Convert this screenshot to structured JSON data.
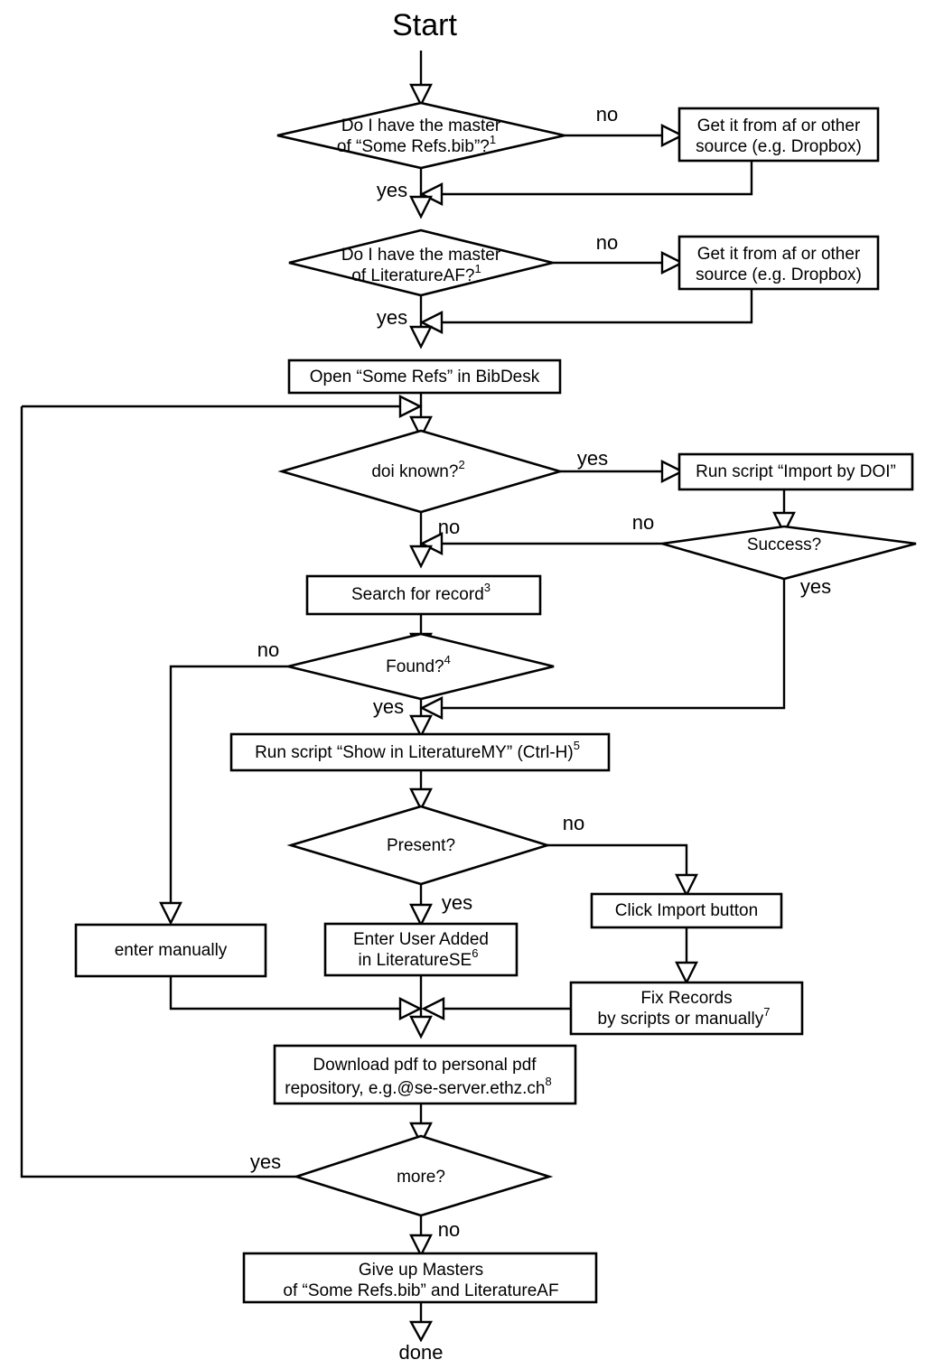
{
  "diagram": {
    "title": "Start",
    "terminal_start": "Start",
    "terminal_end": "done",
    "type": "flowchart",
    "nodes": [
      {
        "id": "start",
        "kind": "terminal",
        "label": "Start"
      },
      {
        "id": "d1",
        "kind": "decision",
        "line1": "Do I have the master",
        "line2": "of “Some Refs.bib”?",
        "sup": "1"
      },
      {
        "id": "b1",
        "kind": "process",
        "line1": "Get it from af or other",
        "line2": "source (e.g. Dropbox)"
      },
      {
        "id": "d2",
        "kind": "decision",
        "line1": "Do I have the master",
        "line2": "of LiteratureAF?",
        "sup": "1"
      },
      {
        "id": "b2",
        "kind": "process",
        "line1": "Get it from af or other",
        "line2": "source (e.g. Dropbox)"
      },
      {
        "id": "b3",
        "kind": "process",
        "line1": "Open “Some Refs” in BibDesk"
      },
      {
        "id": "d3",
        "kind": "decision",
        "line1": "doi known?",
        "sup": "2"
      },
      {
        "id": "b4",
        "kind": "process",
        "line1": "Run script “Import by DOI”"
      },
      {
        "id": "d4",
        "kind": "decision",
        "line1": "Success?"
      },
      {
        "id": "b5",
        "kind": "process",
        "line1": "Search for record",
        "sup": "3"
      },
      {
        "id": "d5",
        "kind": "decision",
        "line1": "Found?",
        "sup": "4"
      },
      {
        "id": "b6",
        "kind": "process",
        "line1": "Run script “Show in LiteratureMY” (Ctrl-H)",
        "sup": "5"
      },
      {
        "id": "d6",
        "kind": "decision",
        "line1": "Present?"
      },
      {
        "id": "b7",
        "kind": "process",
        "line1": "Click Import button"
      },
      {
        "id": "b8",
        "kind": "process",
        "line1": "enter manually"
      },
      {
        "id": "b9",
        "kind": "process",
        "line1": "Enter User Added",
        "line2": "in LiteratureSE",
        "sup": "6"
      },
      {
        "id": "b10",
        "kind": "process",
        "line1": "Fix Records",
        "line2": "by scripts or manually",
        "sup": "7"
      },
      {
        "id": "b11",
        "kind": "process",
        "line1": "Download pdf to personal pdf",
        "line2": "repository, e.g.@se-server.ethz.ch",
        "sup": "8"
      },
      {
        "id": "d7",
        "kind": "decision",
        "line1": "more?"
      },
      {
        "id": "b12",
        "kind": "process",
        "line1": "Give up Masters",
        "line2": "of “Some Refs.bib” and LiteratureAF"
      },
      {
        "id": "done",
        "kind": "terminal",
        "label": "done"
      }
    ],
    "edge_labels": {
      "d1_no": "no",
      "d1_yes": "yes",
      "d2_no": "no",
      "d2_yes": "yes",
      "d3_yes": "yes",
      "d3_no": "no",
      "d4_no": "no",
      "d4_yes": "yes",
      "d5_no": "no",
      "d5_yes": "yes",
      "d6_no": "no",
      "d6_yes": "yes",
      "d7_yes": "yes",
      "d7_no": "no"
    },
    "colors": {
      "stroke": "#000000",
      "fill": "#ffffff",
      "background": "#ffffff"
    }
  }
}
